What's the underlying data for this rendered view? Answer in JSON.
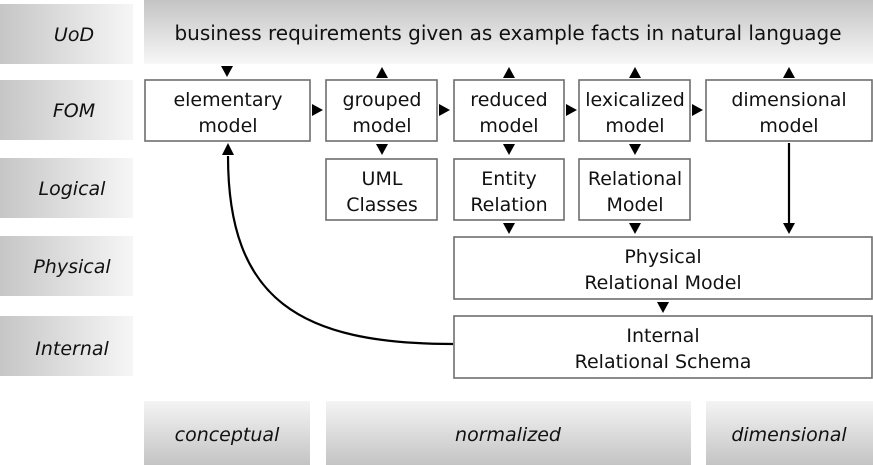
{
  "row_labels": {
    "uod": "UoD",
    "fom": "FOM",
    "logical": "Logical",
    "physical": "Physical",
    "internal": "Internal"
  },
  "column_labels": {
    "conceptual": "conceptual",
    "normalized": "normalized",
    "dimensional": "dimensional"
  },
  "uod_text": "business requirements given as example facts in natural language",
  "fom_boxes": {
    "elementary": [
      "elementary",
      "model"
    ],
    "grouped": [
      "grouped",
      "model"
    ],
    "reduced": [
      "reduced",
      "model"
    ],
    "lexicalized": [
      "lexicalized",
      "model"
    ],
    "dimensional": [
      "dimensional",
      "model"
    ]
  },
  "logical_boxes": {
    "uml": [
      "UML",
      "Classes"
    ],
    "er": [
      "Entity",
      "Relation"
    ],
    "relational": [
      "Relational",
      "Model"
    ]
  },
  "physical_box": [
    "Physical",
    "Relational Model"
  ],
  "internal_box": [
    "Internal",
    "Relational Schema"
  ],
  "colors": {
    "band_dark": "#c7c7c7",
    "band_light": "#f2f2f2",
    "box_stroke": "#6e6e6e",
    "arrow": "#000000"
  }
}
